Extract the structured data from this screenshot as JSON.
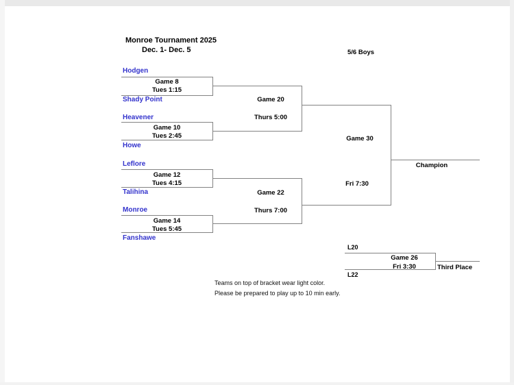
{
  "header": {
    "title": "Monroe Tournament 2025",
    "dates": "Dec. 1- Dec. 5",
    "division": "5/6 Boys"
  },
  "bracket": {
    "teams": [
      "Hodgen",
      "Shady Point",
      "Heavener",
      "Howe",
      "Leflore",
      "Talihina",
      "Monroe",
      "Fanshawe"
    ],
    "round1": [
      {
        "game": "Game 8",
        "time": "Tues 1:15"
      },
      {
        "game": "Game 10",
        "time": "Tues 2:45"
      },
      {
        "game": "Game 12",
        "time": "Tues 4:15"
      },
      {
        "game": "Game 14",
        "time": "Tues 5:45"
      }
    ],
    "semifinals": [
      {
        "game": "Game 20",
        "time": "Thurs 5:00"
      },
      {
        "game": "Game 22",
        "time": "Thurs 7:00"
      }
    ],
    "final": {
      "game": "Game 30",
      "time": "Fri 7:30",
      "winner_label": "Champion"
    },
    "third_place": {
      "top_seed": "L20",
      "bottom_seed": "L22",
      "game": "Game 26",
      "time": "Fri 3:30",
      "label": "Third Place"
    }
  },
  "notes": [
    "Teams on top of bracket wear light color.",
    "Please be prepared to play up to 10 min early."
  ],
  "colors": {
    "team_name": "#3333cc",
    "bracket_line": "#828282",
    "text": "#000000"
  }
}
